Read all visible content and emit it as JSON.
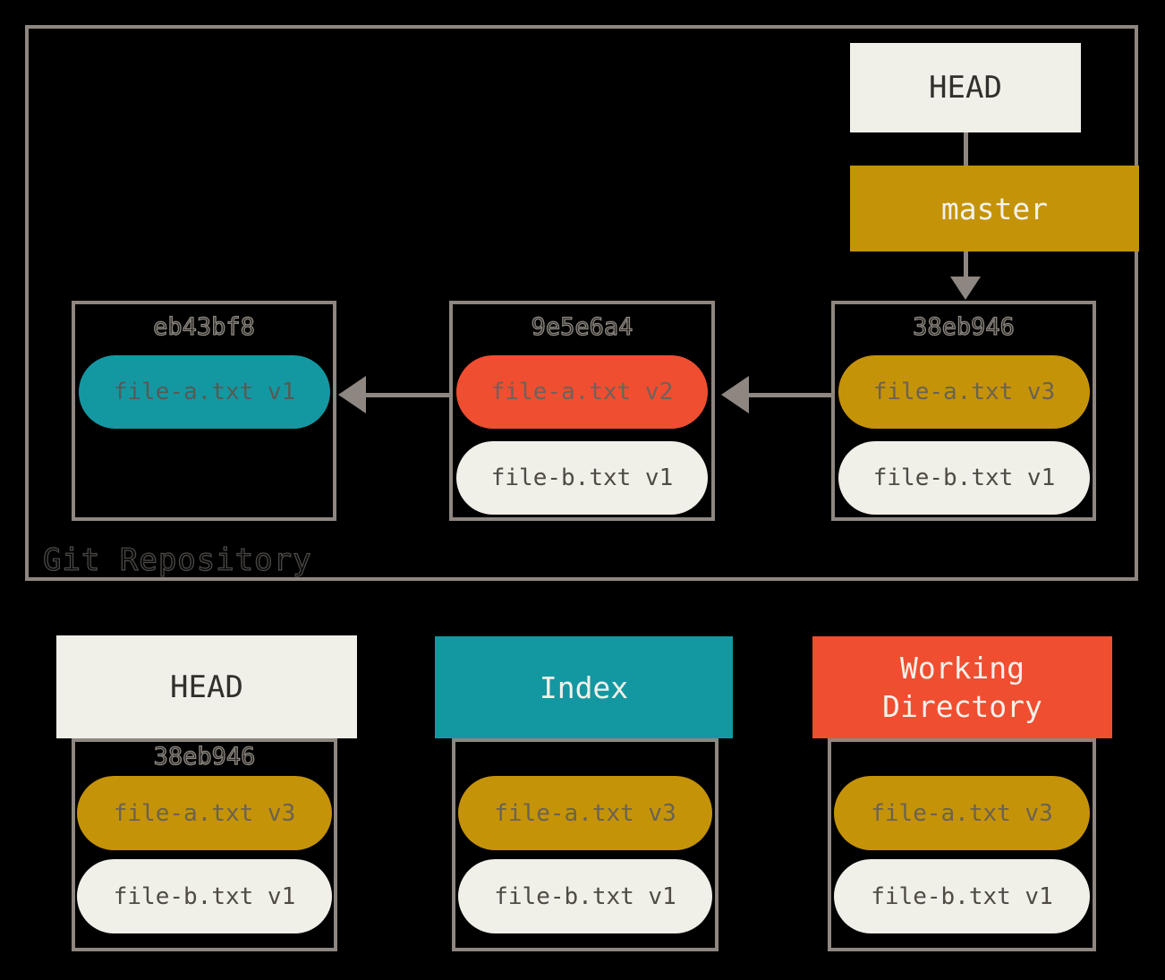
{
  "colors": {
    "background": "#000000",
    "border_gray": "#8e8680",
    "off_white": "#f0efe8",
    "teal": "#1398a2",
    "gold": "#c59307",
    "red": "#f04e31"
  },
  "icons": {
    "down_arrow": "triangle-down-arrowhead",
    "left_arrow": "triangle-left-arrowhead"
  },
  "repository": {
    "label": "Git Repository",
    "head": {
      "label": "HEAD"
    },
    "branch": {
      "label": "master"
    },
    "commits": [
      {
        "id": "eb43bf8",
        "files": [
          {
            "label": "file-a.txt v1"
          }
        ]
      },
      {
        "id": "9e5e6a4",
        "files": [
          {
            "label": "file-a.txt v2"
          },
          {
            "label": "file-b.txt v1"
          }
        ]
      },
      {
        "id": "38eb946",
        "files": [
          {
            "label": "file-a.txt v3"
          },
          {
            "label": "file-b.txt v1"
          }
        ]
      }
    ]
  },
  "areas": [
    {
      "title": "HEAD",
      "commit_id": "38eb946",
      "files": [
        {
          "label": "file-a.txt v3"
        },
        {
          "label": "file-b.txt v1"
        }
      ]
    },
    {
      "title": "Index",
      "files": [
        {
          "label": "file-a.txt v3"
        },
        {
          "label": "file-b.txt v1"
        }
      ]
    },
    {
      "title": "Working\nDirectory",
      "files": [
        {
          "label": "file-a.txt v3"
        },
        {
          "label": "file-b.txt v1"
        }
      ]
    }
  ]
}
